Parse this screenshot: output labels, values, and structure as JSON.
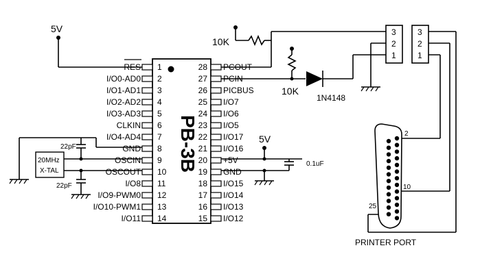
{
  "chip": {
    "name": "PB-3B",
    "left_pins": [
      {
        "num": "1",
        "label": "RES"
      },
      {
        "num": "2",
        "label": "I/O0-AD0"
      },
      {
        "num": "3",
        "label": "I/O1-AD1"
      },
      {
        "num": "4",
        "label": "I/O2-AD2"
      },
      {
        "num": "5",
        "label": "I/O3-AD3"
      },
      {
        "num": "6",
        "label": "CLKIN"
      },
      {
        "num": "7",
        "label": "I/O4-AD4"
      },
      {
        "num": "8",
        "label": "GND"
      },
      {
        "num": "9",
        "label": "OSCIN"
      },
      {
        "num": "10",
        "label": "OSCOUT"
      },
      {
        "num": "11",
        "label": "I/O8"
      },
      {
        "num": "12",
        "label": "I/O9-PWM0"
      },
      {
        "num": "13",
        "label": "I/O10-PWM1"
      },
      {
        "num": "14",
        "label": "I/O11"
      }
    ],
    "right_pins": [
      {
        "num": "28",
        "label": "PCOUT"
      },
      {
        "num": "27",
        "label": "PCIN"
      },
      {
        "num": "26",
        "label": "PICBUS"
      },
      {
        "num": "25",
        "label": "I/O7"
      },
      {
        "num": "24",
        "label": "I/O6"
      },
      {
        "num": "23",
        "label": "I/O5"
      },
      {
        "num": "22",
        "label": "I/O17"
      },
      {
        "num": "21",
        "label": "I/O16"
      },
      {
        "num": "20",
        "label": "+5V"
      },
      {
        "num": "19",
        "label": "GND"
      },
      {
        "num": "18",
        "label": "I/O15"
      },
      {
        "num": "17",
        "label": "I/O14"
      },
      {
        "num": "16",
        "label": "I/O13"
      },
      {
        "num": "15",
        "label": "I/O12"
      }
    ]
  },
  "labels": {
    "vcc_left": "5V",
    "vcc_right": "5V",
    "r1": "10K",
    "r2": "10K",
    "diode": "1N4148",
    "cap_top": "22pF",
    "cap_bottom": "22pF",
    "cap_decoupling": "0.1uF",
    "crystal_line1": "20MHz",
    "crystal_line2": "X-TAL",
    "printer_port": "PRINTER PORT",
    "db25_pin2": "2",
    "db25_pin10": "10",
    "db25_pin25": "25"
  },
  "connectors": {
    "left": [
      "3",
      "2",
      "1"
    ],
    "right": [
      "3",
      "2",
      "1"
    ]
  }
}
